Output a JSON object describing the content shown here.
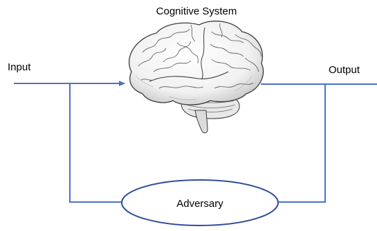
{
  "diagram": {
    "title": "Cognitive System",
    "input_label": "Input",
    "output_label": "Output",
    "adversary_label": "Adversary",
    "brain_icon": "brain-icon"
  },
  "colors": {
    "line": "#4a72c4",
    "ellipse_fill": "#ffffff",
    "brain_stroke": "#3a3a3a",
    "brain_shade": "#bdbdbd",
    "text": "#000000"
  }
}
